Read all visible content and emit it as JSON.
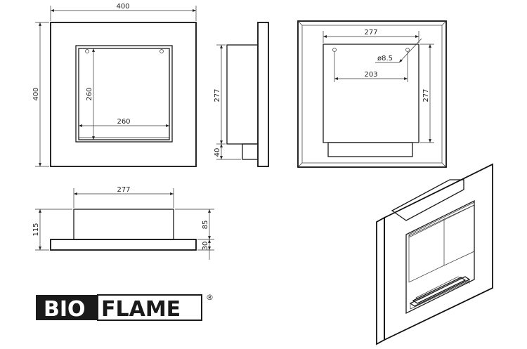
{
  "front_view": {
    "overall_width": "400",
    "overall_height": "400",
    "opening_width": "260",
    "opening_height": "260"
  },
  "side_view": {
    "depth": "277",
    "base": "40"
  },
  "back_view": {
    "width": "277",
    "height": "277",
    "hole_spacing": "203",
    "hole_diameter": "ø8.5"
  },
  "top_view": {
    "width": "277",
    "total_height": "115",
    "box_height": "85",
    "frame_thickness": "30"
  },
  "logo": {
    "left": "BIO",
    "right": "FLAME",
    "mark": "®"
  },
  "colors": {
    "line": "#1a1a1a",
    "logo_bg": "#1a1a1a",
    "logo_text_light": "#ffffff",
    "logo_text_dark": "#1a1a1a"
  }
}
